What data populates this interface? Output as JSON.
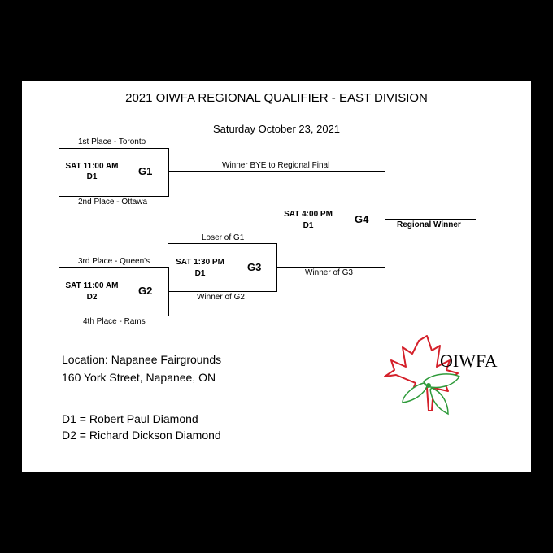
{
  "title": "2021 OIWFA REGIONAL QUALIFIER - EAST DIVISION",
  "date": "Saturday October 23, 2021",
  "games": {
    "g1": {
      "id": "G1",
      "time": "SAT 11:00 AM",
      "diamond": "D1",
      "top_team": "1st Place - Toronto",
      "bottom_team": "2nd Place - Ottawa",
      "advance_label": "Winner BYE to Regional Final"
    },
    "g2": {
      "id": "G2",
      "time": "SAT 11:00 AM",
      "diamond": "D2",
      "top_team": "3rd Place - Queen's",
      "bottom_team": "4th Place - Rams"
    },
    "g3": {
      "id": "G3",
      "time": "SAT 1:30 PM",
      "diamond": "D1",
      "top_team": "Loser of G1",
      "bottom_team": "Winner of G2",
      "advance_label": "Winner of G3"
    },
    "g4": {
      "id": "G4",
      "time": "SAT 4:00 PM",
      "diamond": "D1",
      "result_label": "Regional Winner"
    }
  },
  "location": {
    "line1": "Location: Napanee Fairgrounds",
    "line2": "160 York Street, Napanee, ON"
  },
  "legend": {
    "d1": "D1 = Robert Paul Diamond",
    "d2": "D2 = Richard Dickson Diamond"
  },
  "logo": {
    "text": "OIWFA",
    "leaf_color": "#d4202a",
    "trillium_color": "#2e9a3a"
  }
}
